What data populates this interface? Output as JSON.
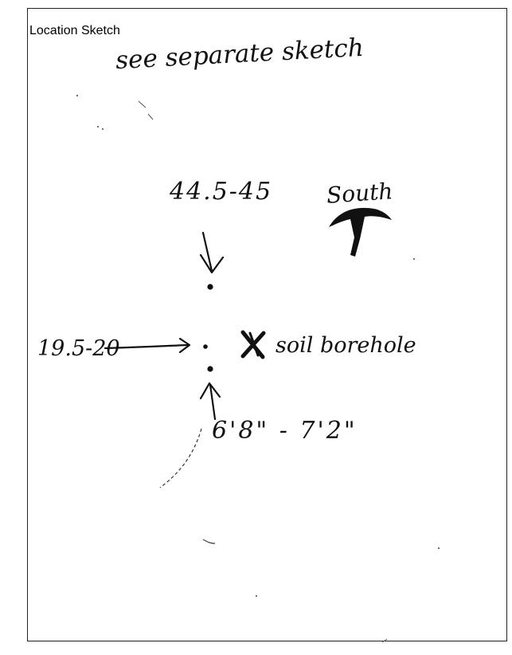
{
  "form": {
    "header_label": "Location Sketch"
  },
  "handwriting": {
    "note": "see separate sketch",
    "top_depth": "44.5-45",
    "direction": "South",
    "mid_depth": "19.5-20",
    "borehole_label": "soil borehole",
    "bottom_depth": "6'8\" - 7'2\""
  }
}
